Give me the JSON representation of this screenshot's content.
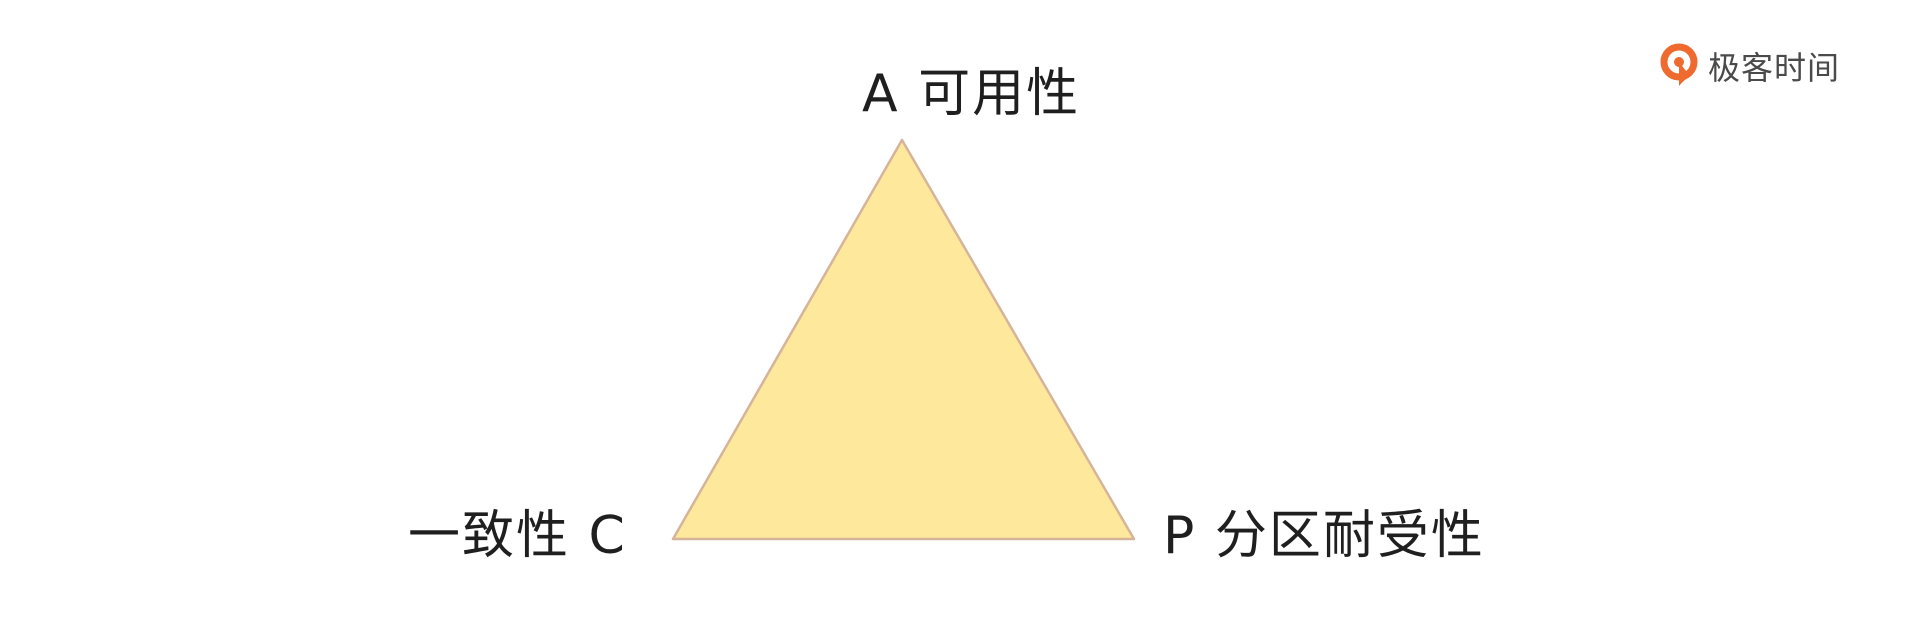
{
  "brand": {
    "name": "极客时间",
    "logo_icon": "geektime-logo-icon",
    "accent_color": "#ee6a2f"
  },
  "diagram": {
    "shape": "triangle",
    "fill_color": "#fde89c",
    "stroke_color": "#d6b49a",
    "vertices": {
      "top": "A 可用性",
      "bottom_left": "一致性 C",
      "bottom_right": "P 分区耐受性"
    }
  }
}
